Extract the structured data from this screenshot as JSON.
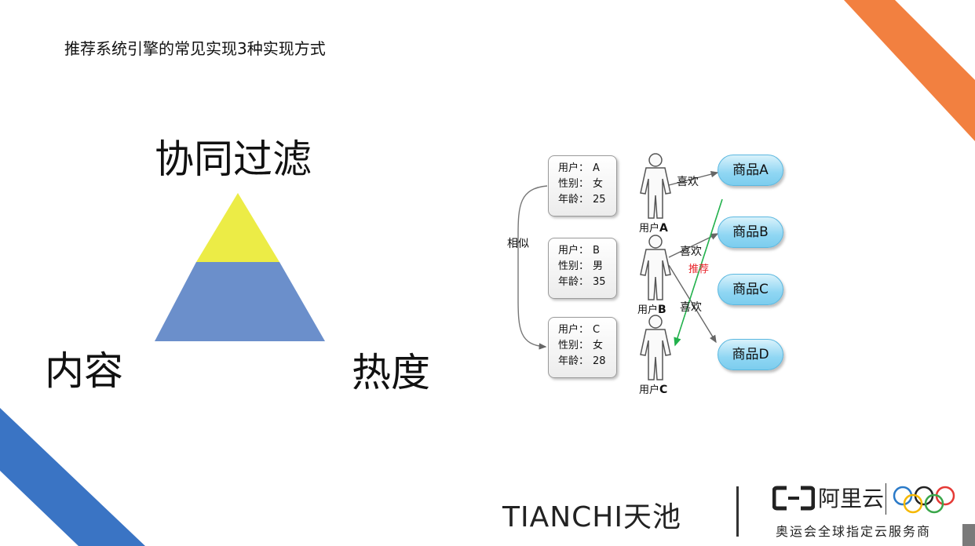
{
  "slide": {
    "title": "推荐系统引擎的常见实现3种实现方式"
  },
  "pyramid": {
    "top_label": "协同过滤",
    "left_label": "内容",
    "right_label": "热度",
    "colors": {
      "apex": "#ecec46",
      "base": "#6b8fcb"
    }
  },
  "diagram": {
    "similar_label": "相似",
    "users": [
      {
        "rows": [
          {
            "key": "用户：",
            "val": "A"
          },
          {
            "key": "性别：",
            "val": "女"
          },
          {
            "key": "年龄：",
            "val": "25"
          }
        ],
        "name_prefix": "用户",
        "name_letter": "A"
      },
      {
        "rows": [
          {
            "key": "用户：",
            "val": "B"
          },
          {
            "key": "性别：",
            "val": "男"
          },
          {
            "key": "年龄：",
            "val": "35"
          }
        ],
        "name_prefix": "用户",
        "name_letter": "B"
      },
      {
        "rows": [
          {
            "key": "用户：",
            "val": "C"
          },
          {
            "key": "性别：",
            "val": "女"
          },
          {
            "key": "年龄：",
            "val": "28"
          }
        ],
        "name_prefix": "用户",
        "name_letter": "C"
      }
    ],
    "products": [
      "商品A",
      "商品B",
      "商品C",
      "商品D"
    ],
    "edges": {
      "like_a": "喜欢",
      "like_b1": "喜欢",
      "like_b2": "喜欢",
      "recommend": "推荐"
    },
    "colors": {
      "recommend_line": "#22b14c",
      "recommend_text": "#e8232a",
      "pill_fill": "#8fd6f3"
    }
  },
  "branding": {
    "tianchi": "TIANCHI天池",
    "aliyun": "阿里云",
    "tagline": "奥运会全球指定云服务商"
  },
  "decor_colors": {
    "orange_stripe": "#f28040",
    "blue_stripe": "#3a74c4"
  }
}
